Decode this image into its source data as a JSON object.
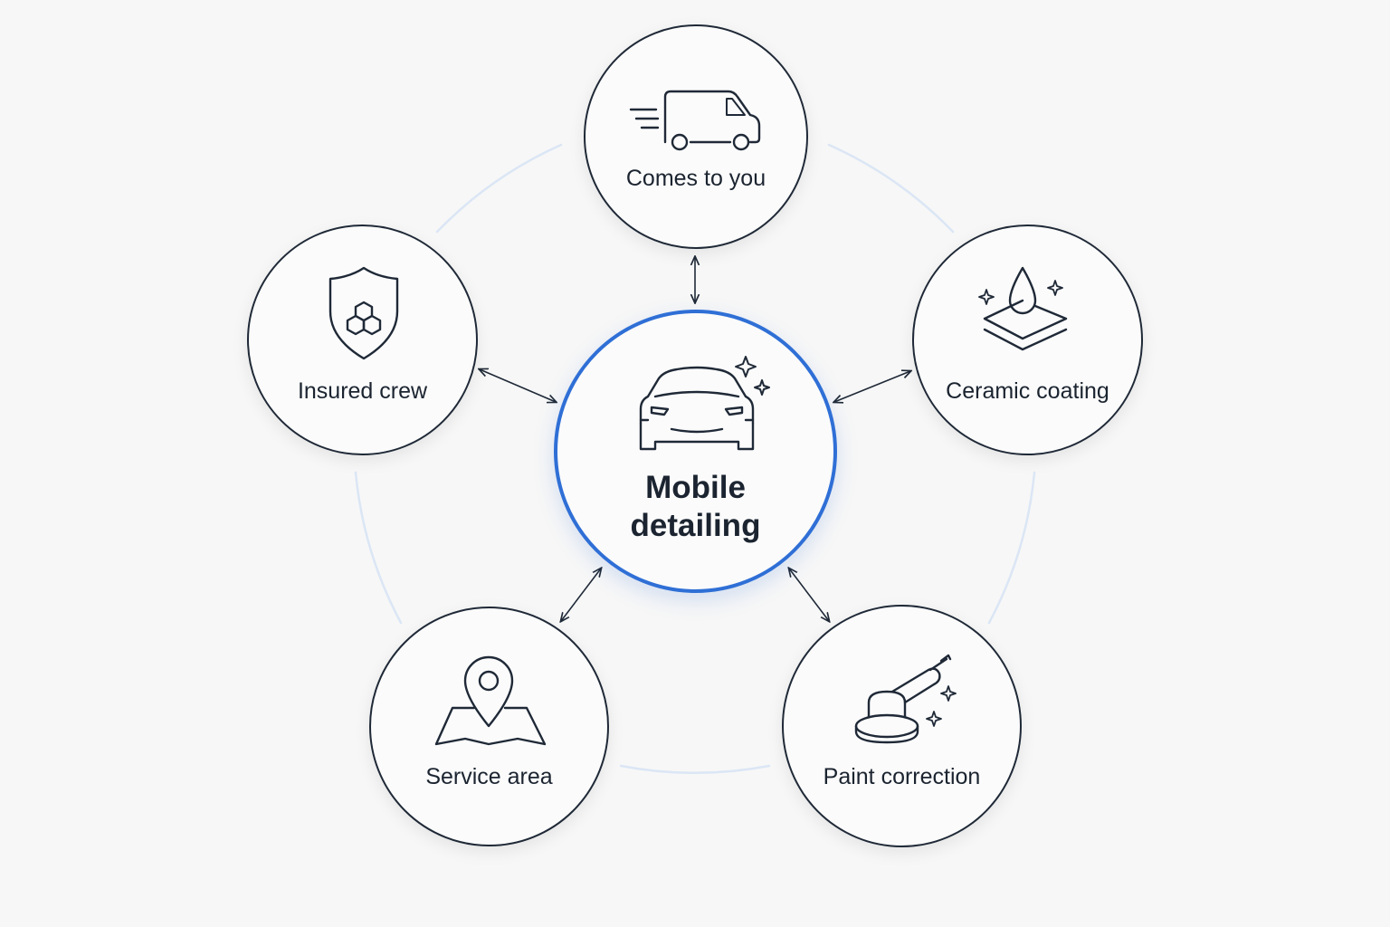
{
  "center": {
    "label": "Mobile detailing",
    "icon": "car-sparkle-icon"
  },
  "nodes": [
    {
      "id": "comes-to-you",
      "label": "Comes to you",
      "icon": "van-icon"
    },
    {
      "id": "ceramic-coating",
      "label": "Ceramic coating",
      "icon": "droplet-layers-icon"
    },
    {
      "id": "paint-correction",
      "label": "Paint correction",
      "icon": "polisher-icon"
    },
    {
      "id": "service-area",
      "label": "Service area",
      "icon": "map-pin-icon"
    },
    {
      "id": "insured-crew",
      "label": "Insured crew",
      "icon": "shield-icon"
    }
  ],
  "colors": {
    "accent": "#2f6fd6",
    "ring": "#dbe6f5",
    "stroke": "#1f2937",
    "background": "#f7f7f7"
  }
}
